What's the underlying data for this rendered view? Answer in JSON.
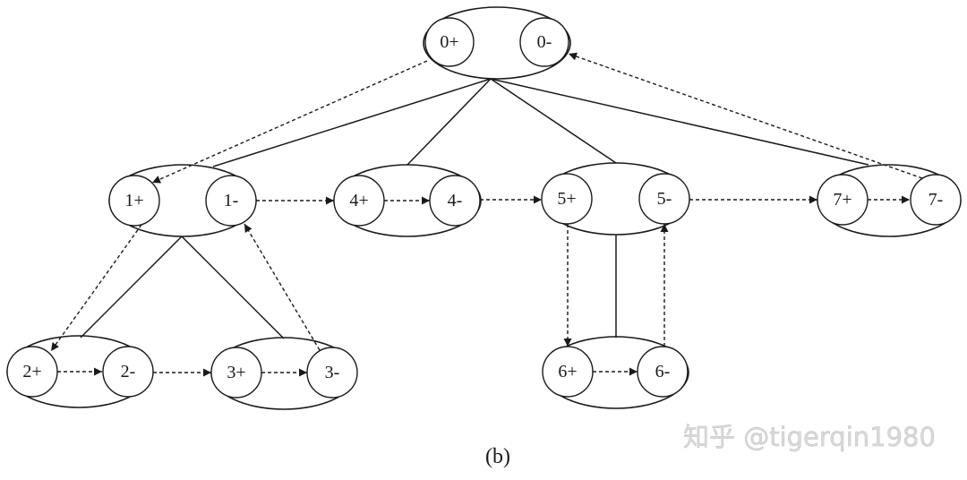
{
  "diagram": {
    "caption": "(b)",
    "watermark": "知乎 @tigerqin1980",
    "nodes": [
      {
        "id": "0",
        "plus": "0+",
        "minus": "0-"
      },
      {
        "id": "1",
        "plus": "1+",
        "minus": "1-"
      },
      {
        "id": "4",
        "plus": "4+",
        "minus": "4-"
      },
      {
        "id": "5",
        "plus": "5+",
        "minus": "5-"
      },
      {
        "id": "7",
        "plus": "7+",
        "minus": "7-"
      },
      {
        "id": "2",
        "plus": "2+",
        "minus": "2-"
      },
      {
        "id": "3",
        "plus": "3+",
        "minus": "3-"
      },
      {
        "id": "6",
        "plus": "6+",
        "minus": "6-"
      }
    ],
    "tree_edges": [
      [
        "0",
        "1"
      ],
      [
        "0",
        "4"
      ],
      [
        "0",
        "5"
      ],
      [
        "0",
        "7"
      ],
      [
        "1",
        "2"
      ],
      [
        "1",
        "3"
      ],
      [
        "5",
        "6"
      ]
    ],
    "traversal_edges": [
      [
        "0+",
        "1+"
      ],
      [
        "1+",
        "2+"
      ],
      [
        "2+",
        "2-"
      ],
      [
        "2-",
        "3+"
      ],
      [
        "3+",
        "3-"
      ],
      [
        "3-",
        "1-"
      ],
      [
        "1-",
        "4+"
      ],
      [
        "4+",
        "4-"
      ],
      [
        "4-",
        "5+"
      ],
      [
        "5+",
        "6+"
      ],
      [
        "6+",
        "6-"
      ],
      [
        "6-",
        "5-"
      ],
      [
        "5-",
        "7+"
      ],
      [
        "7+",
        "7-"
      ],
      [
        "7-",
        "0-"
      ]
    ]
  }
}
